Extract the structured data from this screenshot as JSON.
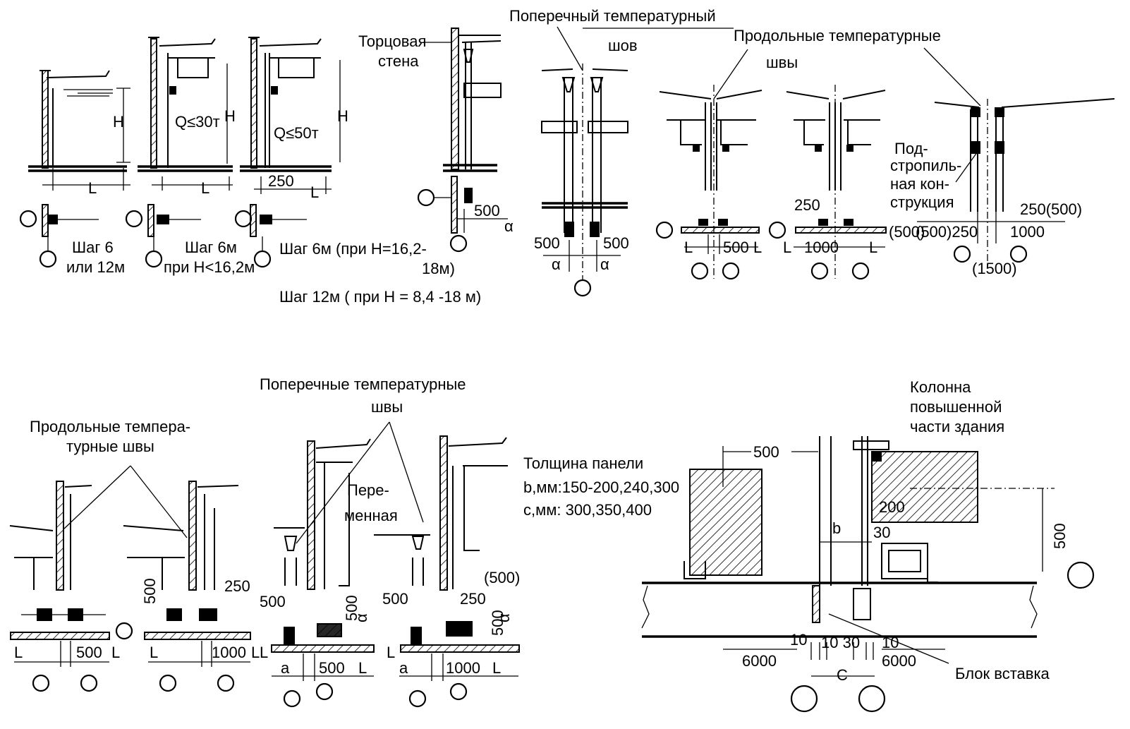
{
  "labels": {
    "transverse_joint": "Поперечный температурный",
    "seam": "шов",
    "longitudinal_joints": "Продольные температурные",
    "seams": "швы",
    "end_wall_1": "Торцовая",
    "end_wall_2": "стена",
    "rafter_1": "Под-",
    "rafter_2": "стропиль-",
    "rafter_3": "ная кон-",
    "rafter_4": "струкция",
    "q30": "Q≤30т",
    "q50": "Q≤50т",
    "h": "H",
    "step_a1": "Шаг 6",
    "step_a2": "или 12м",
    "step_b1": "Шаг 6м",
    "step_b2": "при H<16,2м",
    "step_c1": "Шаг 6м (при H=16,2-",
    "step_c2": "18м)",
    "step_c3": "Шаг 12м ( при H = 8,4 -18 м)",
    "transverse_joints_1": "Поперечные температурные",
    "transverse_joints_2": "швы",
    "long_joints_b1": "Продольные темпера-",
    "long_joints_b2": "турные швы",
    "variable_1": "Пере-",
    "variable_2": "менная",
    "panel_thickness": "Толщина панели",
    "b_values": "b,мм:150-200,240,300",
    "c_values": "с,мм: 300,350,400",
    "column_1": "Колонна",
    "column_2": "повышенной",
    "column_3": "части здания",
    "insert_block": "Блок вставка"
  },
  "dims": {
    "L": "L",
    "a": "a",
    "alpha": "α",
    "b": "b",
    "c": "C",
    "d250": "250",
    "d500": "500",
    "d1000": "1000",
    "d500p": "(500)",
    "d1500p": "(1500)",
    "d250_500": "250(500)",
    "d500_250": "(500)250",
    "d200": "200",
    "d30": "30",
    "d10": "10",
    "d10_30": "10 30",
    "d6000": "6000"
  }
}
